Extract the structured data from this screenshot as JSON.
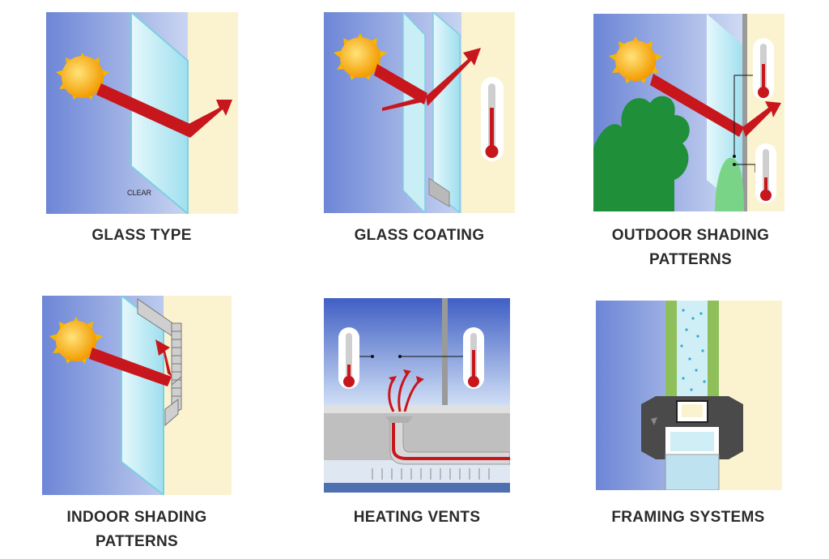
{
  "panels": [
    {
      "id": "glass-type",
      "caption_lines": [
        "GLASS TYPE"
      ],
      "inner_label": "CLEAR"
    },
    {
      "id": "glass-coating",
      "caption_lines": [
        "GLASS COATING"
      ]
    },
    {
      "id": "outdoor-shading",
      "caption_lines": [
        "OUTDOOR SHADING",
        "PATTERNS"
      ]
    },
    {
      "id": "indoor-shading",
      "caption_lines": [
        "INDOOR SHADING",
        "PATTERNS"
      ]
    },
    {
      "id": "heating-vents",
      "caption_lines": [
        "HEATING VENTS"
      ]
    },
    {
      "id": "framing-systems",
      "caption_lines": [
        "FRAMING SYSTEMS"
      ]
    }
  ],
  "colors": {
    "sky_top": "#3f5fc4",
    "sky_bottom": "#cfe0f7",
    "interior": "#fbf3d0",
    "glass": "#bfe9f3",
    "ray": "#c8161d",
    "sun": "#f7b500",
    "tree": "#1f8f3a",
    "caption": "#2b2b2b"
  }
}
